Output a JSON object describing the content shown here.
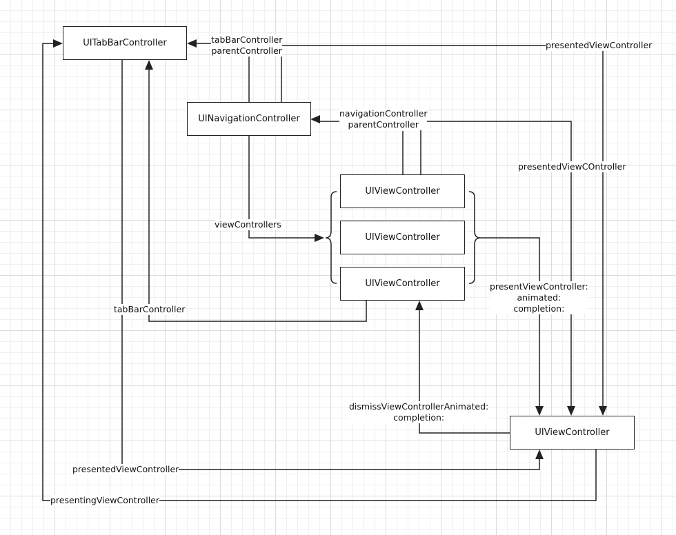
{
  "nodes": {
    "tabbar": "UITabBarController",
    "nav": "UINavigationController",
    "vc1": "UIViewController",
    "vc2": "UIViewController",
    "vc3": "UIViewController",
    "presented": "UIViewController"
  },
  "edges": {
    "tabbar_parent": [
      "tabBarController",
      "parentController"
    ],
    "presented_vc_top": "presentedViewController",
    "nav_parent": [
      "navigationController",
      "parentController"
    ],
    "presented_vc_mid": "presentedViewCOntroller",
    "view_controllers": "viewControllers",
    "tabbar_controller": "tabBarController",
    "present_vc": [
      "presentViewController:",
      "animated:",
      "completion:"
    ],
    "dismiss_vc": [
      "dismissViewControllerAnimated:",
      "completion:"
    ],
    "presented_vc_bottom": "presentedViewController",
    "presenting_vc": "presentingViewController"
  }
}
